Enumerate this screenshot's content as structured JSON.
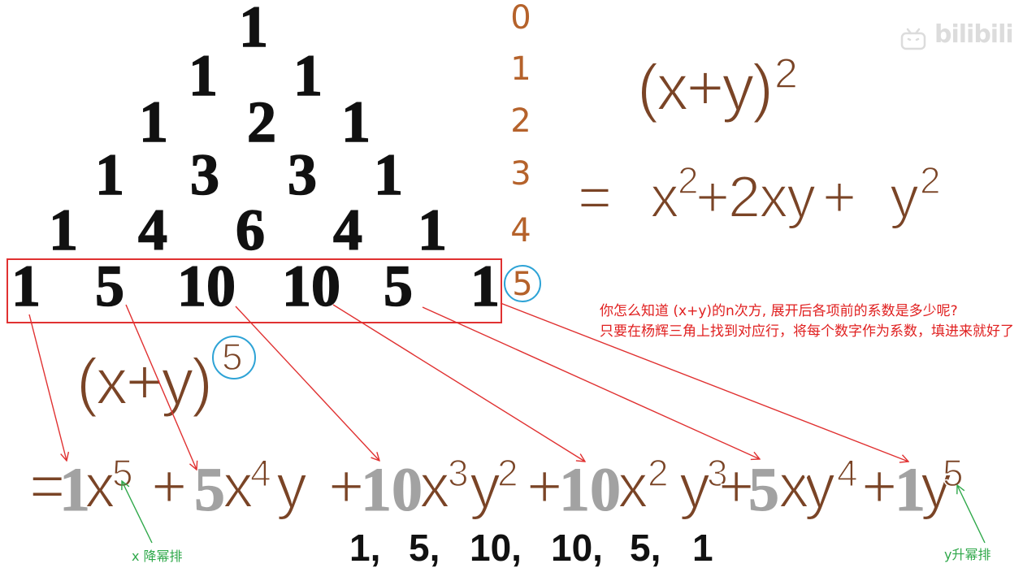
{
  "watermark": {
    "text": "bilibili",
    "icon": "tv-icon"
  },
  "triangle": {
    "rows": [
      [
        "1"
      ],
      [
        "1",
        "1"
      ],
      [
        "1",
        "2",
        "1"
      ],
      [
        "1",
        "3",
        "3",
        "1"
      ],
      [
        "1",
        "4",
        "6",
        "4",
        "1"
      ],
      [
        "1",
        "5",
        "10",
        "10",
        "5",
        "1"
      ]
    ],
    "row_labels": [
      "0",
      "1",
      "2",
      "3",
      "4",
      "5"
    ]
  },
  "square": {
    "base": "(x+y)",
    "exponent": "2",
    "expansion": {
      "equals": "=",
      "x": "x",
      "x_exp": "2",
      "middle": "+2xy",
      "plus": "+",
      "y": "y",
      "y_exp": "2"
    }
  },
  "question": {
    "line1": "你怎么知道 (x+y)的n次方, 展开后各项前的系数是多少呢?",
    "line2": "只要在杨辉三角上找到对应行，将每个数字作为系数，填进来就好了"
  },
  "fifth_power": {
    "base": "(x+y)",
    "exponent": "5",
    "equals": "=",
    "terms": [
      {
        "coef": "1",
        "x": "x",
        "x_exp": "5"
      },
      {
        "sign": "+",
        "coef": "5",
        "x": "x",
        "x_exp": "4",
        "y": "y"
      },
      {
        "sign": "+",
        "coef": "10",
        "x": "x",
        "x_exp": "3",
        "y": "y",
        "y_exp": "2"
      },
      {
        "sign": "+",
        "coef": "10",
        "x": "x",
        "x_exp": "2",
        "y": "y",
        "y_exp": "3"
      },
      {
        "sign": "+",
        "coef": "5",
        "xy": "xy",
        "xy_exp": "4"
      },
      {
        "sign": "+",
        "coef": "1",
        "y": "y",
        "y_exp": "5"
      }
    ]
  },
  "coefficient_list": [
    "1,",
    "5,",
    "10,",
    "10,",
    "5,",
    "1"
  ],
  "notes": {
    "x_order": "x 降幂排",
    "y_order": "y升幂排"
  },
  "colors": {
    "triangle_digits": "#111111",
    "row_labels": "#b5622b",
    "handwriting": "#7a4426",
    "coefficients": "#9b9b9b",
    "highlight": "#e03131",
    "circle": "#2ea3d6",
    "annotation": "#e02020",
    "note": "#2fa84a",
    "watermark": "#dcdcdc"
  }
}
